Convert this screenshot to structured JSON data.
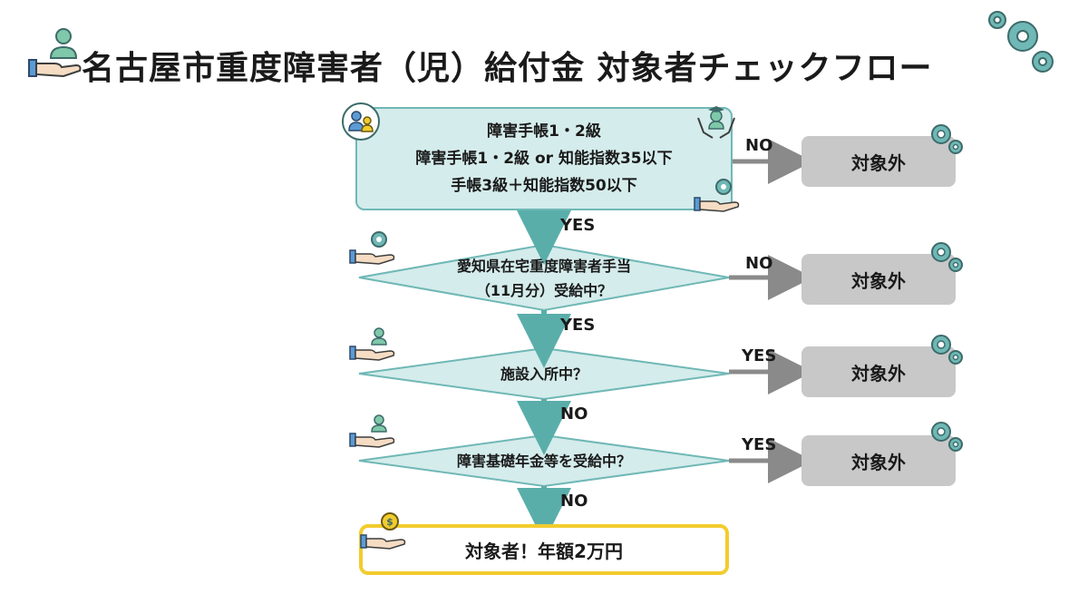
{
  "title": "名古屋市重度障害者（児）給付金 対象者チェックフロー",
  "step1": {
    "lines": [
      "障害手帳1・2級",
      "障害手帳1・2級 or 知能指数35以下",
      "手帳3級＋知能指数50以下"
    ],
    "no_label": "NO",
    "yes_label": "YES"
  },
  "step2": {
    "lines": [
      "愛知県在宅重度障害者手当",
      "（11月分）受給中？"
    ],
    "no_label": "NO",
    "yes_label": "YES"
  },
  "step3": {
    "lines": [
      "施設入所中？"
    ],
    "yes_label": "YES",
    "no_label": "NO"
  },
  "step4": {
    "lines": [
      "障害基礎年金等を受給中？"
    ],
    "yes_label": "YES",
    "no_label": "NO"
  },
  "excluded_label": "対象外",
  "result": "対象者！年額2万円",
  "colors": {
    "teal_fill": "#d4eceb",
    "teal_border": "#6fb8b6",
    "teal_arrow": "#5aaeaa",
    "gray_arrow": "#8a8a8a",
    "gray_box": "#c8c8c8",
    "gold": "#f2cc2e"
  },
  "icons": [
    "people-hand-icon",
    "gear-icon",
    "hand-coin-icon",
    "graduate-hands-icon"
  ]
}
